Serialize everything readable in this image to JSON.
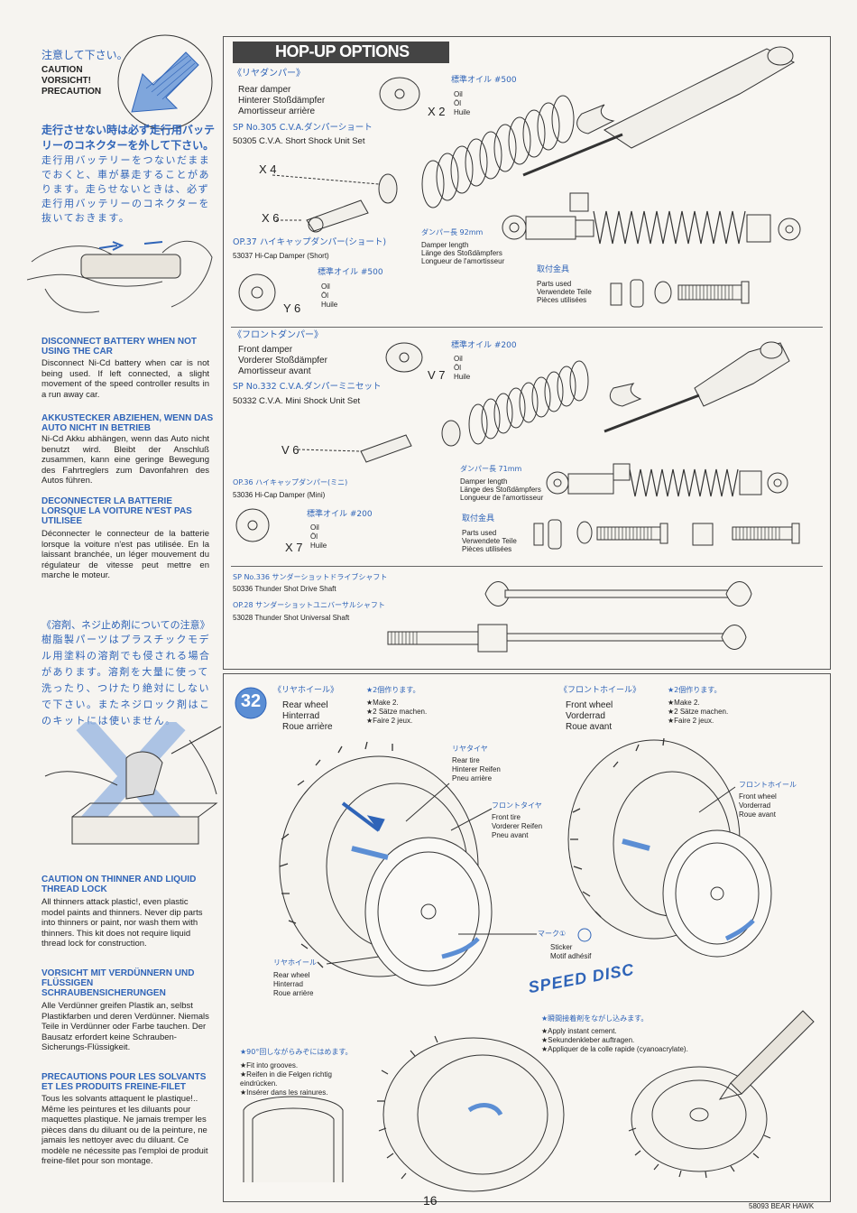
{
  "sidebar": {
    "caution_jp": "注意して下さい。",
    "caution_en": "CAUTION",
    "caution_de": "VORSICHT!",
    "caution_fr": "PRECAUTION",
    "warn_jp_head": "走行させない時は必ず走行用バッテリーのコネクターを外して下さい。",
    "warn_jp_body": "走行用バッテリーをつないだままでおくと、車が暴走することがあります。走らせないときは、必ず走行用バッテリーのコネクターを抜いておきます。",
    "en_head": "DISCONNECT BATTERY WHEN NOT USING THE CAR",
    "en_body": "Disconnect Ni-Cd battery when car is not being used. If left connected, a slight movement of the speed controller results in a run away car.",
    "de_head": "AKKUSTECKER ABZIEHEN, WENN DAS AUTO NICHT IN BETRIEB",
    "de_body": "Ni-Cd Akku abhängen, wenn das Auto nicht benutzt wird. Bleibt der Anschluß zusammen, kann eine geringe Bewegung des Fahrtreglers zum Davonfahren des Autos führen.",
    "fr_head": "DECONNECTER LA BATTERIE LORSQUE LA VOITURE N'EST PAS UTILISEE",
    "fr_body": "Déconnecter le connecteur de la batterie lorsque la voiture n'est pas utilisée. En la laissant branchée, un léger mouvement du régulateur de vitesse peut mettre en marche le moteur.",
    "solvent_jp_head": "《溶剤、ネジ止め剤についての注意》",
    "solvent_jp_body": "樹脂製パーツはプラスチックモデル用塗料の溶剤でも侵される場合があります。溶剤を大量に使って洗ったり、つけたり絶対にしないで下さい。またネジロック剤はこのキットには使いません。",
    "thinner_en_head": "CAUTION ON THINNER AND LIQUID THREAD LOCK",
    "thinner_en_body": "All thinners attack plastic!, even plastic model paints and thinners. Never dip parts into thinners or paint, nor wash them with thinners. This kit does not require liquid thread lock for construction.",
    "thinner_de_head": "VORSICHT MIT VERDÜNNERN UND FLÜSSIGEN SCHRAUBENSICHERUNGEN",
    "thinner_de_body": "Alle Verdünner greifen Plastik an, selbst Plastikfarben und deren Verdünner. Niemals Teile in Verdünner oder Farbe tauchen. Der Bausatz erfordert keine Schrauben-Sicherungs-Flüssigkeit.",
    "thinner_fr_head": "PRECAUTIONS POUR LES SOLVANTS ET LES PRODUITS FREINE-FILET",
    "thinner_fr_body": "Tous les solvants attaquent le plastique!.. Même les peintures et les diluants pour maquettes plastique. Ne jamais tremper les pièces dans du diluant ou de la peinture, ne jamais les nettoyer avec du diluant. Ce modèle ne nécessite pas l'emploi de produit freine-filet pour son montage."
  },
  "hopup": {
    "title": "HOP-UP OPTIONS",
    "rear": {
      "jp": "《リヤダンパー》",
      "en": "Rear damper",
      "de": "Hinterer Stoßdämpfer",
      "fr": "Amortisseur arrière",
      "sp_code": "SP No.305 C.V.A.ダンパーショート",
      "sp_name": "50305 C.V.A. Short Shock Unit Set",
      "oil_jp": "標準オイル #500",
      "oil1": "Oil",
      "oil2": "Öl",
      "oil3": "Huile",
      "x2": "X 2",
      "x4": "X 4",
      "x6": "X 6",
      "op_code": "OP.37 ハイキャップダンパー(ショート)",
      "op_name": "53037 Hi-Cap Damper (Short)",
      "op_oil_jp": "標準オイル #500",
      "y6": "Y 6",
      "len_jp": "ダンパー長 92mm",
      "len_en": "Damper length",
      "len_de": "Länge des Stoßdämpfers",
      "len_fr": "Longueur de l'amortisseur",
      "parts_jp": "取付金具",
      "parts_en": "Parts used",
      "parts_de": "Verwendete Teile",
      "parts_fr": "Pièces utilisées"
    },
    "front": {
      "jp": "《フロントダンパー》",
      "en": "Front damper",
      "de": "Vorderer Stoßdämpfer",
      "fr": "Amortisseur avant",
      "sp_code": "SP No.332 C.V.A.ダンパーミニセット",
      "sp_name": "50332 C.V.A. Mini Shock Unit Set",
      "oil_jp": "標準オイル #200",
      "v7": "V 7",
      "v6": "V 6",
      "op_code": "OP.36 ハイキャップダンパー(ミニ)",
      "op_name": "53036 Hi-Cap Damper (Mini)",
      "op_oil_jp": "標準オイル #200",
      "x7": "X 7",
      "len_jp": "ダンパー長 71mm",
      "len_en": "Damper length",
      "len_de": "Länge des Stoßdämpfers",
      "len_fr": "Longueur de l'amortisseur",
      "parts_jp": "取付金具",
      "parts_en": "Parts used",
      "parts_de": "Verwendete Teile",
      "parts_fr": "Pièces utilisées"
    },
    "shaft1_code": "SP No.336 サンダーショットドライブシャフト",
    "shaft1_name": "50336 Thunder Shot Drive Shaft",
    "shaft2_code": "OP.28 サンダーショットユニバーサルシャフト",
    "shaft2_name": "53028 Thunder Shot Universal Shaft"
  },
  "step32": {
    "number": "32",
    "rear_jp": "《リヤホイール》",
    "rear_en": "Rear wheel",
    "rear_de": "Hinterrad",
    "rear_fr": "Roue arrière",
    "make_jp": "★2個作ります。",
    "make_en": "★Make 2.",
    "make_de": "★2 Sätze machen.",
    "make_fr": "★Faire 2 jeux.",
    "front_jp": "《フロントホイール》",
    "front_en": "Front wheel",
    "front_de": "Vorderrad",
    "front_fr": "Roue avant",
    "rtire_jp": "リヤタイヤ",
    "rtire_en": "Rear tire",
    "rtire_de": "Hinterer Reifen",
    "rtire_fr": "Pneu arrière",
    "ftire_jp": "フロントタイヤ",
    "ftire_en": "Front tire",
    "ftire_de": "Vorderer Reifen",
    "ftire_fr": "Pneu avant",
    "fwheel_jp": "フロントホイール",
    "fwheel_en": "Front wheel",
    "fwheel_de": "Vorderrad",
    "fwheel_fr": "Roue avant",
    "mark_jp": "マーク①",
    "sticker_en": "Sticker",
    "sticker_fr": "Motif adhésif",
    "rwheel_jp": "リヤホイール",
    "rwheel_en": "Rear wheel",
    "rwheel_de": "Hinterrad",
    "rwheel_fr": "Roue arrière",
    "logo": "SPEED DISC",
    "cement_jp": "★瞬間接着剤をながし込みます。",
    "cement_en": "★Apply instant cement.",
    "cement_de": "★Sekundenkleber auftragen.",
    "cement_fr": "★Appliquer de la colle rapide (cyanoacrylate).",
    "groove_jp": "★90°回しながらみぞにはめます。",
    "groove_en": "★Fit into grooves.",
    "groove_de": "★Reifen in die Felgen richtig eindrücken.",
    "groove_fr": "★Insérer dans les rainures."
  },
  "footer": {
    "page": "16",
    "model": "58093 BEAR HAWK"
  }
}
